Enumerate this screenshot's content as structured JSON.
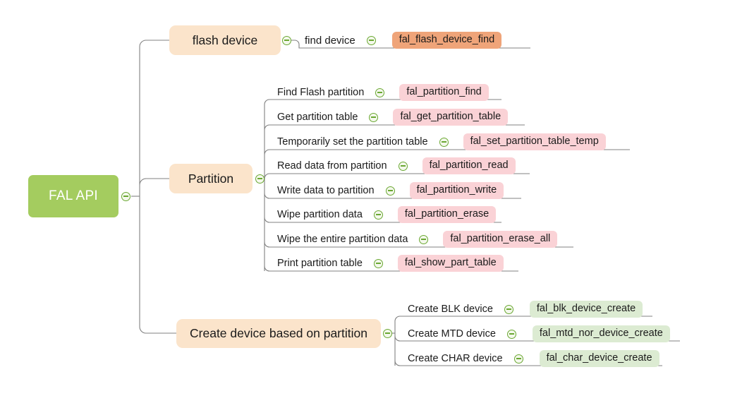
{
  "diagram": {
    "type": "mind-map",
    "title": "FAL API",
    "background_color": "#ffffff",
    "colors": {
      "root_fill": "#a4cc5f",
      "root_text": "#ffffff",
      "branch_fill": "#fbe4cb",
      "chip_pink": "#fad2d6",
      "chip_orange": "#efa479",
      "chip_green": "#dcebd2",
      "connector": "#808080",
      "collapse_icon": "#6aa832"
    }
  },
  "root": {
    "label": "FAL API",
    "collapse_icon": "collapse-minus-icon"
  },
  "branches": [
    {
      "id": "flash-device",
      "label": "flash device",
      "collapse_icon": "collapse-minus-icon",
      "children": [
        {
          "label": "find device",
          "api": "fal_flash_device_find",
          "chip_color": "orange",
          "collapse_icon": "collapse-minus-icon"
        }
      ]
    },
    {
      "id": "partition",
      "label": "Partition",
      "collapse_icon": "collapse-minus-icon",
      "children": [
        {
          "label": "Find Flash partition",
          "api": "fal_partition_find",
          "chip_color": "pink",
          "collapse_icon": "collapse-minus-icon"
        },
        {
          "label": "Get partition table",
          "api": "fal_get_partition_table",
          "chip_color": "pink",
          "collapse_icon": "collapse-minus-icon"
        },
        {
          "label": "Temporarily set the partition table",
          "api": "fal_set_partition_table_temp",
          "chip_color": "pink",
          "collapse_icon": "collapse-minus-icon"
        },
        {
          "label": "Read data from partition",
          "api": "fal_partition_read",
          "chip_color": "pink",
          "collapse_icon": "collapse-minus-icon"
        },
        {
          "label": "Write data to partition",
          "api": "fal_partition_write",
          "chip_color": "pink",
          "collapse_icon": "collapse-minus-icon"
        },
        {
          "label": "Wipe partition data",
          "api": "fal_partition_erase",
          "chip_color": "pink",
          "collapse_icon": "collapse-minus-icon"
        },
        {
          "label": "Wipe the entire partition data",
          "api": "fal_partition_erase_all",
          "chip_color": "pink",
          "collapse_icon": "collapse-minus-icon"
        },
        {
          "label": "Print partition table",
          "api": "fal_show_part_table",
          "chip_color": "pink",
          "collapse_icon": "collapse-minus-icon"
        }
      ]
    },
    {
      "id": "create-device",
      "label": "Create device based on partition",
      "collapse_icon": "collapse-minus-icon",
      "children": [
        {
          "label": "Create BLK device",
          "api": "fal_blk_device_create",
          "chip_color": "green",
          "collapse_icon": "collapse-minus-icon"
        },
        {
          "label": "Create MTD device",
          "api": "fal_mtd_nor_device_create",
          "chip_color": "green",
          "collapse_icon": "collapse-minus-icon"
        },
        {
          "label": "Create CHAR device",
          "api": "fal_char_device_create",
          "chip_color": "green",
          "collapse_icon": "collapse-minus-icon"
        }
      ]
    }
  ]
}
